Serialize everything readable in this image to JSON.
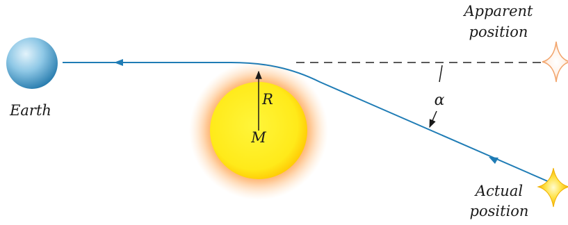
{
  "labels": {
    "earth": "Earth",
    "radius": "R",
    "mass": "M",
    "angle": "α",
    "apparent_line1": "Apparent",
    "apparent_line2": "position",
    "actual_line1": "Actual",
    "actual_line2": "position"
  },
  "colors": {
    "ray": "#1f7cb5",
    "sun_core": "#fff12a",
    "sun_edge": "#ffcc00",
    "sun_glow": "#ff8a1a",
    "earth_light": "#d7eef9",
    "earth_dark": "#1f7cb0",
    "apparent_star": "#f4b07a",
    "actual_star": "#ffd21f",
    "dashed_line": "#222222",
    "text": "#1a1a1a"
  },
  "icons": [
    "earth-icon",
    "sun-icon",
    "apparent-star-icon",
    "actual-star-icon"
  ]
}
